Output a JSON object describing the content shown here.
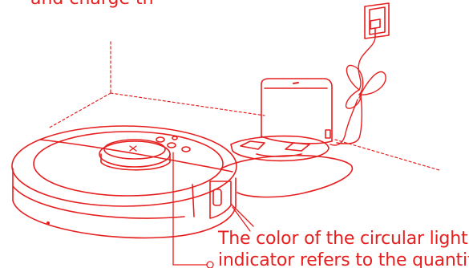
{
  "image": {
    "description_color": "#e62020",
    "top_caption_fragment": "and charge th",
    "callout": {
      "line1": "The color of the circular light",
      "line2": "indicator refers to the quantity"
    }
  },
  "icons": {
    "robot": "robot-vacuum-icon",
    "dock": "charging-dock-icon",
    "socket": "wall-socket-icon",
    "plug": "power-plug-icon"
  }
}
